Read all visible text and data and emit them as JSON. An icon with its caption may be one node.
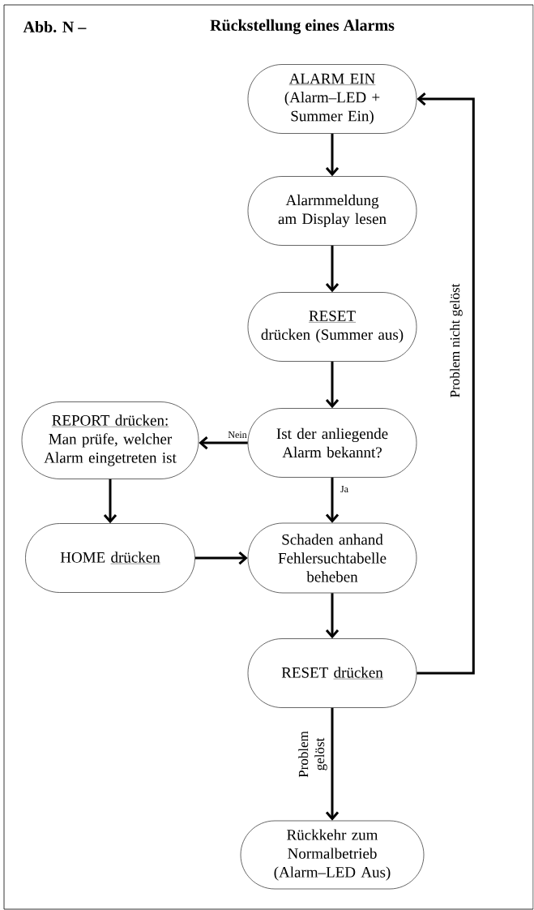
{
  "diagram": {
    "title": "Rückstellung eines Alarms",
    "nodes": [
      {
        "text": [
          "ALARM EIN",
          "(Alarm–LED + Summer Ein)"
        ]
      },
      {
        "text": [
          "Alarmmeldung am Display lesen"
        ]
      },
      {
        "text": [
          "RESET",
          "drücken (Summer aus)"
        ]
      },
      {
        "text": [
          "Ist der anliegende Alarm bekannt?"
        ]
      },
      {
        "text": [
          "REPORT drücken:",
          "Man prüfe, welcher Alarm eingetreten ist"
        ]
      },
      {
        "text": [
          "HOME",
          "drücken"
        ]
      },
      {
        "text": [
          "Schaden anhand Fehlersuchtabelle beheben"
        ]
      },
      {
        "text": [
          "RESET",
          "drücken"
        ]
      },
      {
        "text": [
          "Rückkehr zum Normalbetrieb (Alarm–LED Aus)"
        ]
      }
    ],
    "edges": [
      {
        "from": 0,
        "to": 1,
        "arrow": "to"
      },
      {
        "from": 1,
        "to": 2,
        "arrow": "to"
      },
      {
        "from": 2,
        "to": 3,
        "arrow": "to"
      },
      {
        "from": 3,
        "to": 4,
        "arrow": "to",
        "label": "Nein"
      },
      {
        "from": 3,
        "to": 6,
        "arrow": "to",
        "label": "Ja"
      },
      {
        "from": 4,
        "to": 5,
        "arrow": "to"
      },
      {
        "from": 5,
        "to": 6,
        "arrow": "to"
      },
      {
        "from": 6,
        "to": 7,
        "arrow": "to"
      },
      {
        "from": 7,
        "to": 0,
        "arrow": "to",
        "label": "Problem nicht gelöst"
      },
      {
        "from": 7,
        "to": 8,
        "arrow": "to",
        "label": "Problem gelöst"
      }
    ],
    "labels": [
      "Abb. N –"
    ]
  }
}
